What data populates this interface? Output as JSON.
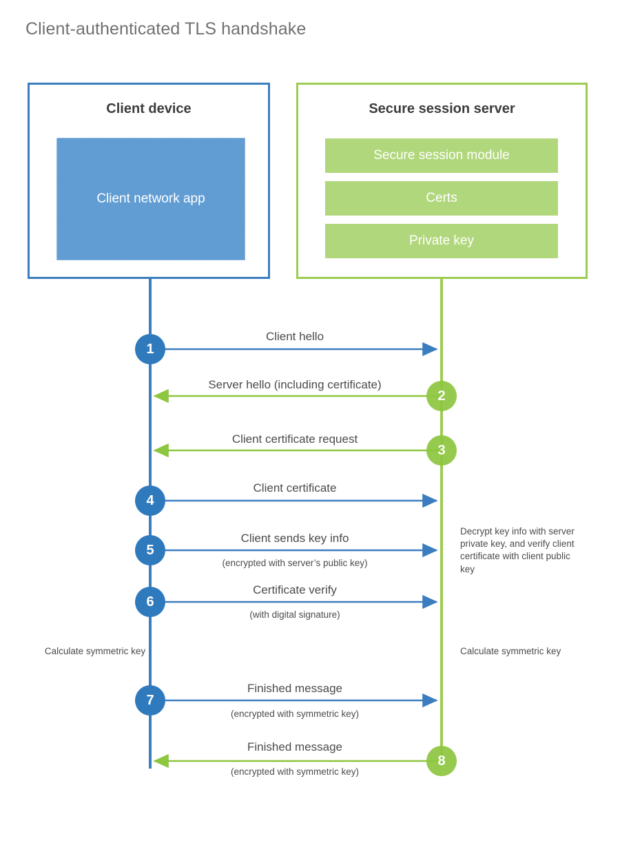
{
  "title": "Client-authenticated TLS handshake",
  "colors": {
    "client_blue": "#3b7dbf",
    "client_panel_blue": "#619dd3",
    "server_green": "#9ccc52",
    "server_block_green": "#b1d77c",
    "circle_blue": "#2f79bd",
    "circle_green": "#8dc63f",
    "text_gray": "#4a4b4c",
    "title_gray": "#6f7071"
  },
  "entities": {
    "client": {
      "title": "Client device",
      "panel_label": "Client network app"
    },
    "server": {
      "title": "Secure session server",
      "blocks": [
        {
          "label": "Secure session module"
        },
        {
          "label": "Certs"
        },
        {
          "label": "Private key"
        }
      ]
    }
  },
  "steps": [
    {
      "number": "1",
      "label": "Client hello",
      "sublabel": "",
      "direction": "client-to-server",
      "origin": "client"
    },
    {
      "number": "2",
      "label": "Server hello (including certificate)",
      "sublabel": "",
      "direction": "server-to-client",
      "origin": "server"
    },
    {
      "number": "3",
      "label": "Client certificate request",
      "sublabel": "",
      "direction": "server-to-client",
      "origin": "server"
    },
    {
      "number": "4",
      "label": "Client certificate",
      "sublabel": "",
      "direction": "client-to-server",
      "origin": "client"
    },
    {
      "number": "5",
      "label": "Client sends key info",
      "sublabel": "(encrypted with server’s public key)",
      "direction": "client-to-server",
      "origin": "client"
    },
    {
      "number": "6",
      "label": "Certificate verify",
      "sublabel": "(with digital signature)",
      "direction": "client-to-server",
      "origin": "client"
    },
    {
      "number": "7",
      "label": "Finished message",
      "sublabel": "(encrypted with symmetric key)",
      "direction": "client-to-server",
      "origin": "client"
    },
    {
      "number": "8",
      "label": "Finished message",
      "sublabel": "(encrypted with symmetric key)",
      "direction": "server-to-client",
      "origin": "server"
    }
  ],
  "notes": {
    "server_decrypt": "Decrypt key info with server private key, and verify client certificate with client public key",
    "client_calculate": "Calculate symmetric key",
    "server_calculate": "Calculate symmetric key"
  }
}
